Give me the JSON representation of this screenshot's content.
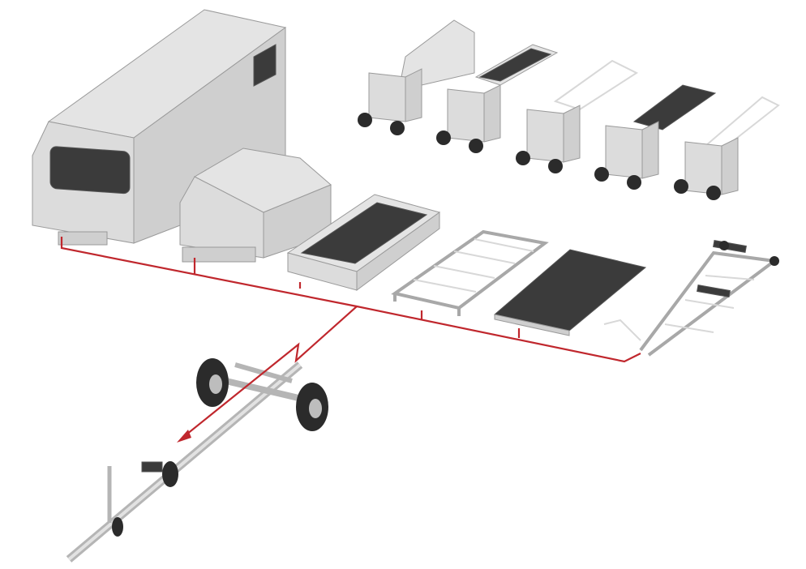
{
  "colors": {
    "background": "#ffffff",
    "body_gray": "#dcdcdc",
    "deck_dark": "#3b3b3b",
    "connector_red": "#c0272d"
  },
  "icons": [
    "box-van-module",
    "canopy-module",
    "tub-module",
    "ladder-frame-module",
    "flat-deck-module",
    "boat-cradle-module",
    "trailer-chassis",
    "module-cart"
  ]
}
